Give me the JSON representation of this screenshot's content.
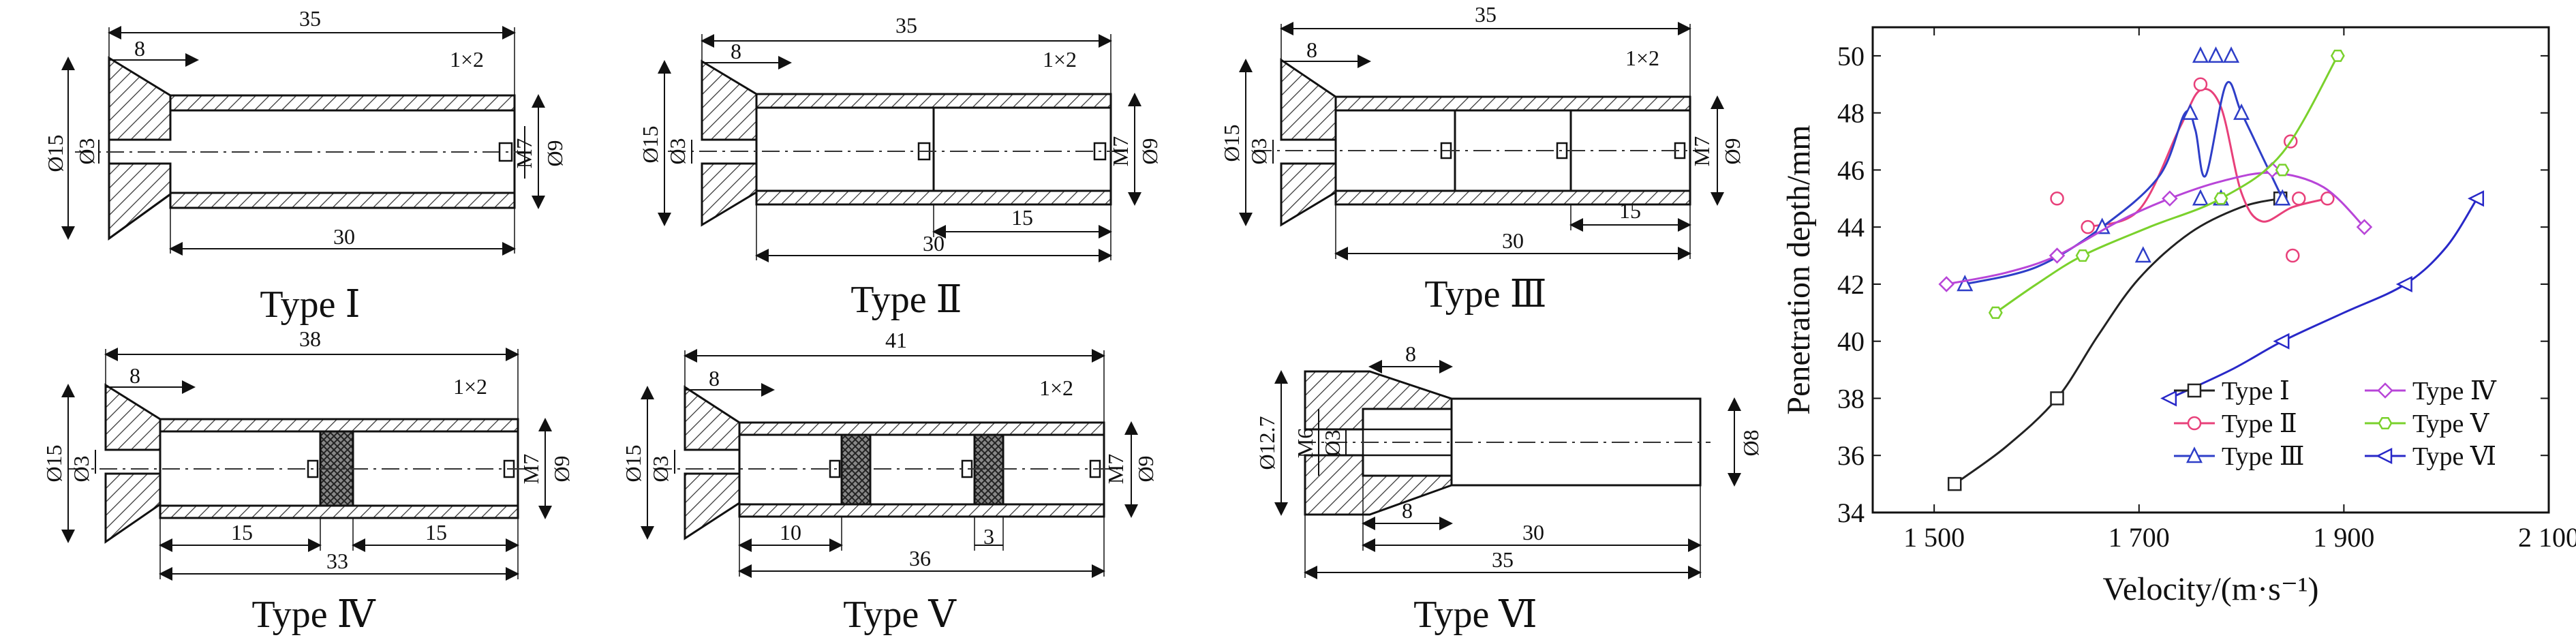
{
  "drawings": [
    {
      "caption": "Type Ⅰ",
      "dims": {
        "overall": "35",
        "head": "8",
        "thread": "1×2",
        "bottom": "30",
        "d_outer": "Ø15",
        "d_hole": "Ø3",
        "m_thread": "M7",
        "d_body": "Ø9"
      }
    },
    {
      "caption": "Type Ⅱ",
      "dims": {
        "overall": "35",
        "head": "8",
        "thread": "1×2",
        "seg": "15",
        "bottom": "30",
        "d_outer": "Ø15",
        "d_hole": "Ø3",
        "m_thread": "M7",
        "d_body": "Ø9"
      }
    },
    {
      "caption": "Type Ⅲ",
      "dims": {
        "overall": "35",
        "head": "8",
        "thread": "1×2",
        "seg": "15",
        "bottom": "30",
        "d_outer": "Ø15",
        "d_hole": "Ø3",
        "m_thread": "M7",
        "d_body": "Ø9"
      }
    },
    {
      "caption": "Type Ⅳ",
      "dims": {
        "overall": "38",
        "head": "8",
        "thread": "1×2",
        "seg_left": "15",
        "seg_right": "15",
        "bottom": "33",
        "d_outer": "Ø15",
        "d_hole": "Ø3",
        "m_thread": "M7",
        "d_body": "Ø9"
      }
    },
    {
      "caption": "Type Ⅴ",
      "dims": {
        "overall": "41",
        "head": "8",
        "thread": "1×2",
        "seg_left": "10",
        "gap": "3",
        "bottom": "36",
        "d_outer": "Ø15",
        "d_hole": "Ø3",
        "m_thread": "M7",
        "d_body": "Ø9"
      }
    },
    {
      "caption": "Type Ⅵ",
      "dims": {
        "head_top": "8",
        "head_bottom": "8",
        "tail": "30",
        "bottom": "35",
        "d_outer": "Ø12.7",
        "m_thread": "M6",
        "d_hole": "Ø3",
        "d_body": "Ø8"
      }
    }
  ],
  "chart_data": {
    "type": "line",
    "xlabel": "Velocity/(m·s⁻¹)",
    "ylabel": "Penetration depth/mm",
    "xlim": [
      1440,
      2100
    ],
    "ylim": [
      34,
      51
    ],
    "xticks": [
      1500,
      1700,
      1900,
      2100
    ],
    "xtick_labels": [
      "1 500",
      "1 700",
      "1 900",
      "2 100"
    ],
    "yticks": [
      34,
      36,
      38,
      40,
      42,
      44,
      46,
      48,
      50
    ],
    "yticks_labels": [
      "34",
      "36",
      "38",
      "40",
      "42",
      "44",
      "46",
      "48",
      "50"
    ],
    "legend_position": "lower-right",
    "series": [
      {
        "name": "Type Ⅰ",
        "color": "#222222",
        "marker": "square",
        "points": [
          [
            1520,
            35
          ],
          [
            1620,
            38
          ],
          [
            1838,
            45
          ]
        ],
        "curve": [
          [
            1520,
            35
          ],
          [
            1570,
            36.3
          ],
          [
            1620,
            38
          ],
          [
            1660,
            40.2
          ],
          [
            1700,
            42.2
          ],
          [
            1750,
            43.8
          ],
          [
            1800,
            44.7
          ],
          [
            1838,
            45
          ]
        ]
      },
      {
        "name": "Type Ⅱ",
        "color": "#e8407a",
        "marker": "circle",
        "points": [
          [
            1620,
            45
          ],
          [
            1650,
            44
          ],
          [
            1760,
            49
          ],
          [
            1850,
            43
          ],
          [
            1856,
            45
          ],
          [
            1884,
            45
          ],
          [
            1848,
            47
          ]
        ],
        "curve": [
          [
            1650,
            44
          ],
          [
            1700,
            44.6
          ],
          [
            1740,
            47.5
          ],
          [
            1760,
            48.8
          ],
          [
            1780,
            48.2
          ],
          [
            1800,
            45.2
          ],
          [
            1820,
            44.2
          ],
          [
            1850,
            44.7
          ],
          [
            1884,
            45
          ]
        ]
      },
      {
        "name": "Type Ⅲ",
        "color": "#2e3ec8",
        "marker": "triangle",
        "points": [
          [
            1530,
            42
          ],
          [
            1664,
            44
          ],
          [
            1704,
            43
          ],
          [
            1750,
            48
          ],
          [
            1760,
            45
          ],
          [
            1760,
            50
          ],
          [
            1775,
            50
          ],
          [
            1780,
            45
          ],
          [
            1790,
            50
          ],
          [
            1800,
            48
          ],
          [
            1840,
            45
          ]
        ],
        "curve": [
          [
            1530,
            42
          ],
          [
            1600,
            42.6
          ],
          [
            1664,
            44
          ],
          [
            1720,
            45.8
          ],
          [
            1745,
            48
          ],
          [
            1755,
            47.4
          ],
          [
            1765,
            45.8
          ],
          [
            1785,
            49
          ],
          [
            1800,
            48
          ],
          [
            1820,
            46.5
          ],
          [
            1840,
            45
          ]
        ]
      },
      {
        "name": "Type Ⅳ",
        "color": "#b845d8",
        "marker": "diamond",
        "points": [
          [
            1512,
            42
          ],
          [
            1620,
            43
          ],
          [
            1730,
            45
          ],
          [
            1830,
            46
          ],
          [
            1920,
            44
          ]
        ],
        "curve": [
          [
            1512,
            42
          ],
          [
            1570,
            42.4
          ],
          [
            1620,
            43
          ],
          [
            1680,
            44.2
          ],
          [
            1730,
            45
          ],
          [
            1780,
            45.6
          ],
          [
            1830,
            45.9
          ],
          [
            1880,
            45.4
          ],
          [
            1920,
            44
          ]
        ]
      },
      {
        "name": "Type Ⅴ",
        "color": "#7ad12c",
        "marker": "hexagon",
        "points": [
          [
            1560,
            41
          ],
          [
            1645,
            43
          ],
          [
            1780,
            45
          ],
          [
            1840,
            46
          ],
          [
            1894,
            50
          ]
        ],
        "curve": [
          [
            1560,
            41
          ],
          [
            1600,
            42
          ],
          [
            1645,
            43
          ],
          [
            1710,
            44
          ],
          [
            1780,
            45
          ],
          [
            1840,
            46.6
          ],
          [
            1894,
            50
          ]
        ]
      },
      {
        "name": "Type Ⅵ",
        "color": "#2828c8",
        "marker": "left-triangle",
        "points": [
          [
            1730,
            38
          ],
          [
            1840,
            40
          ],
          [
            1960,
            42
          ],
          [
            2030,
            45
          ]
        ],
        "curve": [
          [
            1730,
            38
          ],
          [
            1790,
            39
          ],
          [
            1840,
            40
          ],
          [
            1900,
            41
          ],
          [
            1960,
            42
          ],
          [
            2000,
            43.3
          ],
          [
            2030,
            45
          ]
        ]
      }
    ]
  }
}
